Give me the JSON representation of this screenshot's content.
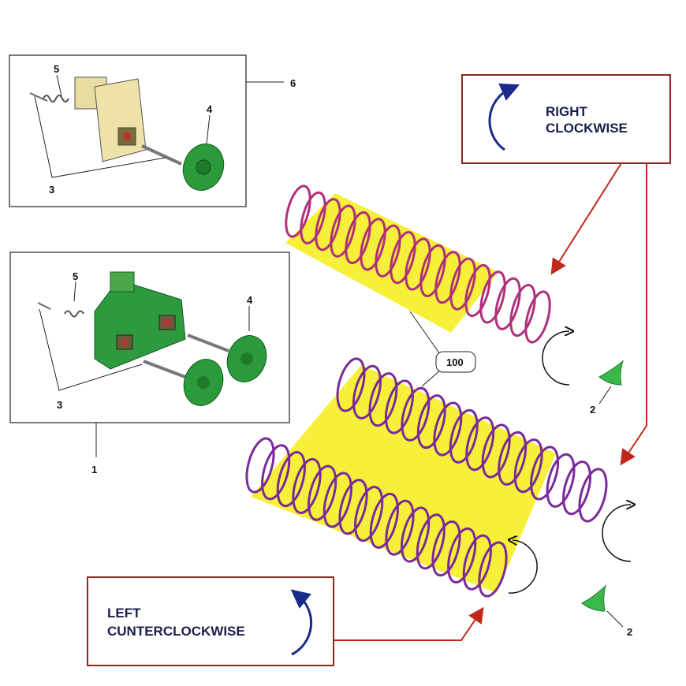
{
  "right_box": {
    "line1": "RIGHT",
    "line2": "CLOCKWISE"
  },
  "left_box": {
    "line1": "LEFT",
    "line2": "CUNTERCLOCKWISE"
  },
  "callouts": {
    "assembly_6": "6",
    "spring_5_top": "5",
    "wheel_4_top": "4",
    "shaft_3_top": "3",
    "spring_5_bottom": "5",
    "wheel_4_bottom": "4",
    "shaft_3_bottom": "3",
    "assembly_1": "1",
    "coil_100": "100",
    "part_2_top": "2",
    "part_2_bottom": "2"
  },
  "colors": {
    "frame": "#8b2a1e",
    "arrow_red": "#c0281a",
    "arrow_blue": "#1a2a8a",
    "yellow": "#f6f03a",
    "coil_magenta": "#b0307a",
    "coil_purple": "#7a2a9a",
    "green": "#2a9a3a",
    "beige": "#efe2a8"
  }
}
